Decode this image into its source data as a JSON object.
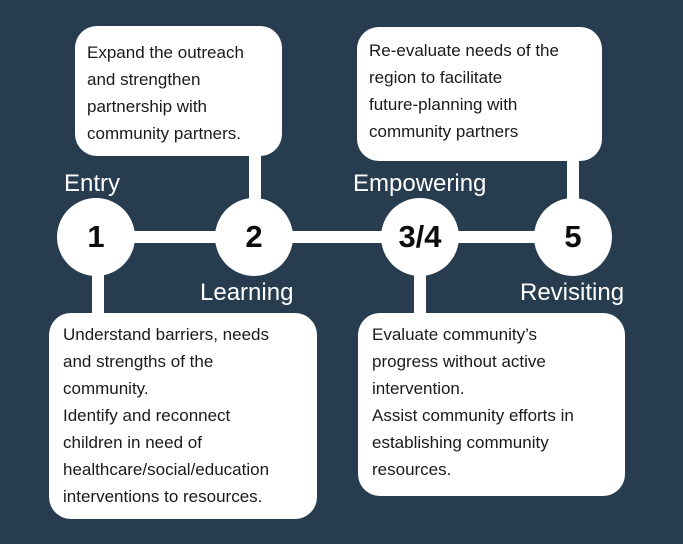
{
  "stages": [
    {
      "number": "1",
      "label": "Entry"
    },
    {
      "number": "2",
      "label": "Learning"
    },
    {
      "number": "3/4",
      "label": "Empowering"
    },
    {
      "number": "5",
      "label": "Revisiting"
    }
  ],
  "boxes": {
    "stage2": {
      "lines": [
        "Expand the outreach",
        "and strengthen",
        "partnership with",
        "community partners."
      ]
    },
    "stage5": {
      "lines": [
        "Re-evaluate needs of the",
        "region to facilitate",
        "future-planning with",
        "community partners"
      ]
    },
    "stage1": {
      "lines": [
        "Understand barriers, needs",
        "and strengths of the",
        "community.",
        "Identify and reconnect",
        "children in need of",
        "healthcare/social/education",
        "interventions to resources."
      ]
    },
    "stage34": {
      "lines": [
        "Evaluate community’s",
        "progress without active",
        "intervention.",
        "Assist community efforts in",
        "establishing community",
        "resources."
      ]
    }
  },
  "colors": {
    "background": "#273c4e",
    "foreground": "#ffffff",
    "text": "#1a1a1a"
  }
}
